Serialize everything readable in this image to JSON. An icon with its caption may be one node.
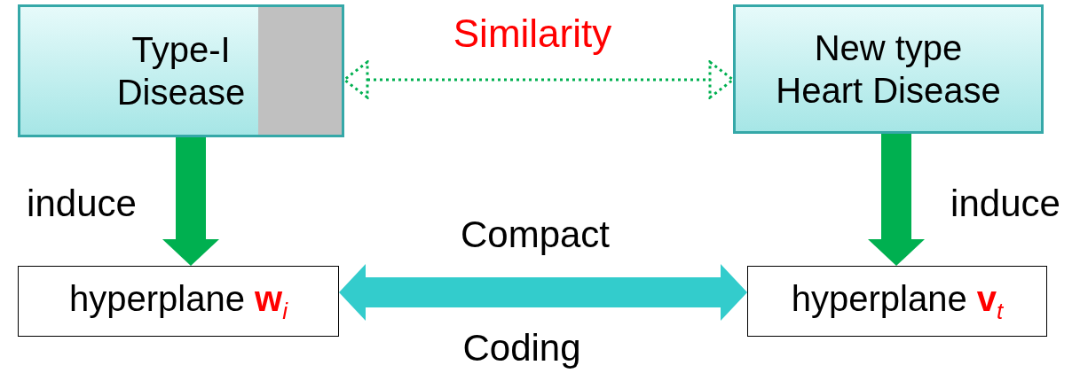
{
  "diagram": {
    "nodes": [
      {
        "text": [
          "Type-I Disease"
        ]
      },
      {
        "text": [
          "New type Heart Disease"
        ]
      },
      {
        "text": [
          "hyperplane **w**$_{i}$"
        ]
      },
      {
        "text": [
          "hyperplane **v**$_{t}$"
        ]
      }
    ],
    "edges": [
      {
        "from": 0,
        "to": 1,
        "arrow": "both",
        "label": "Similarity",
        "style": "dashed"
      },
      {
        "from": 0,
        "to": 2,
        "arrow": "to",
        "label": "induce"
      },
      {
        "from": 1,
        "to": 3,
        "arrow": "to",
        "label": "induce"
      },
      {
        "from": 2,
        "to": 3,
        "arrow": "both",
        "label": "Compact",
        "color": "#33cccc"
      }
    ],
    "labels": [
      "Coding"
    ]
  }
}
